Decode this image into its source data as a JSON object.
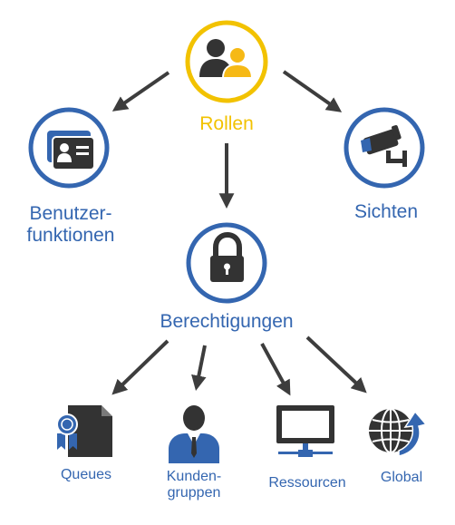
{
  "colors": {
    "blue": "#3466b0",
    "gold": "#f2c200",
    "dark": "#333333",
    "arrow": "#3d3d3d",
    "gold_fill": "#f6b915"
  },
  "nodes": {
    "rollen": {
      "label": "Rollen",
      "icon": "users-icon"
    },
    "benutzerfunktionen": {
      "label_line1": "Benutzer-",
      "label_line2": "funktionen",
      "icon": "id-card-icon"
    },
    "sichten": {
      "label": "Sichten",
      "icon": "security-camera-icon"
    },
    "berechtigungen": {
      "label": "Berechtigungen",
      "icon": "lock-icon"
    },
    "queues": {
      "label": "Queues",
      "icon": "certificate-document-icon"
    },
    "kundengruppen": {
      "label_line1": "Kunden-",
      "label_line2": "gruppen",
      "icon": "business-person-icon"
    },
    "ressourcen": {
      "label": "Ressourcen",
      "icon": "network-monitor-icon"
    },
    "global": {
      "label": "Global",
      "icon": "globe-arrow-icon"
    }
  }
}
